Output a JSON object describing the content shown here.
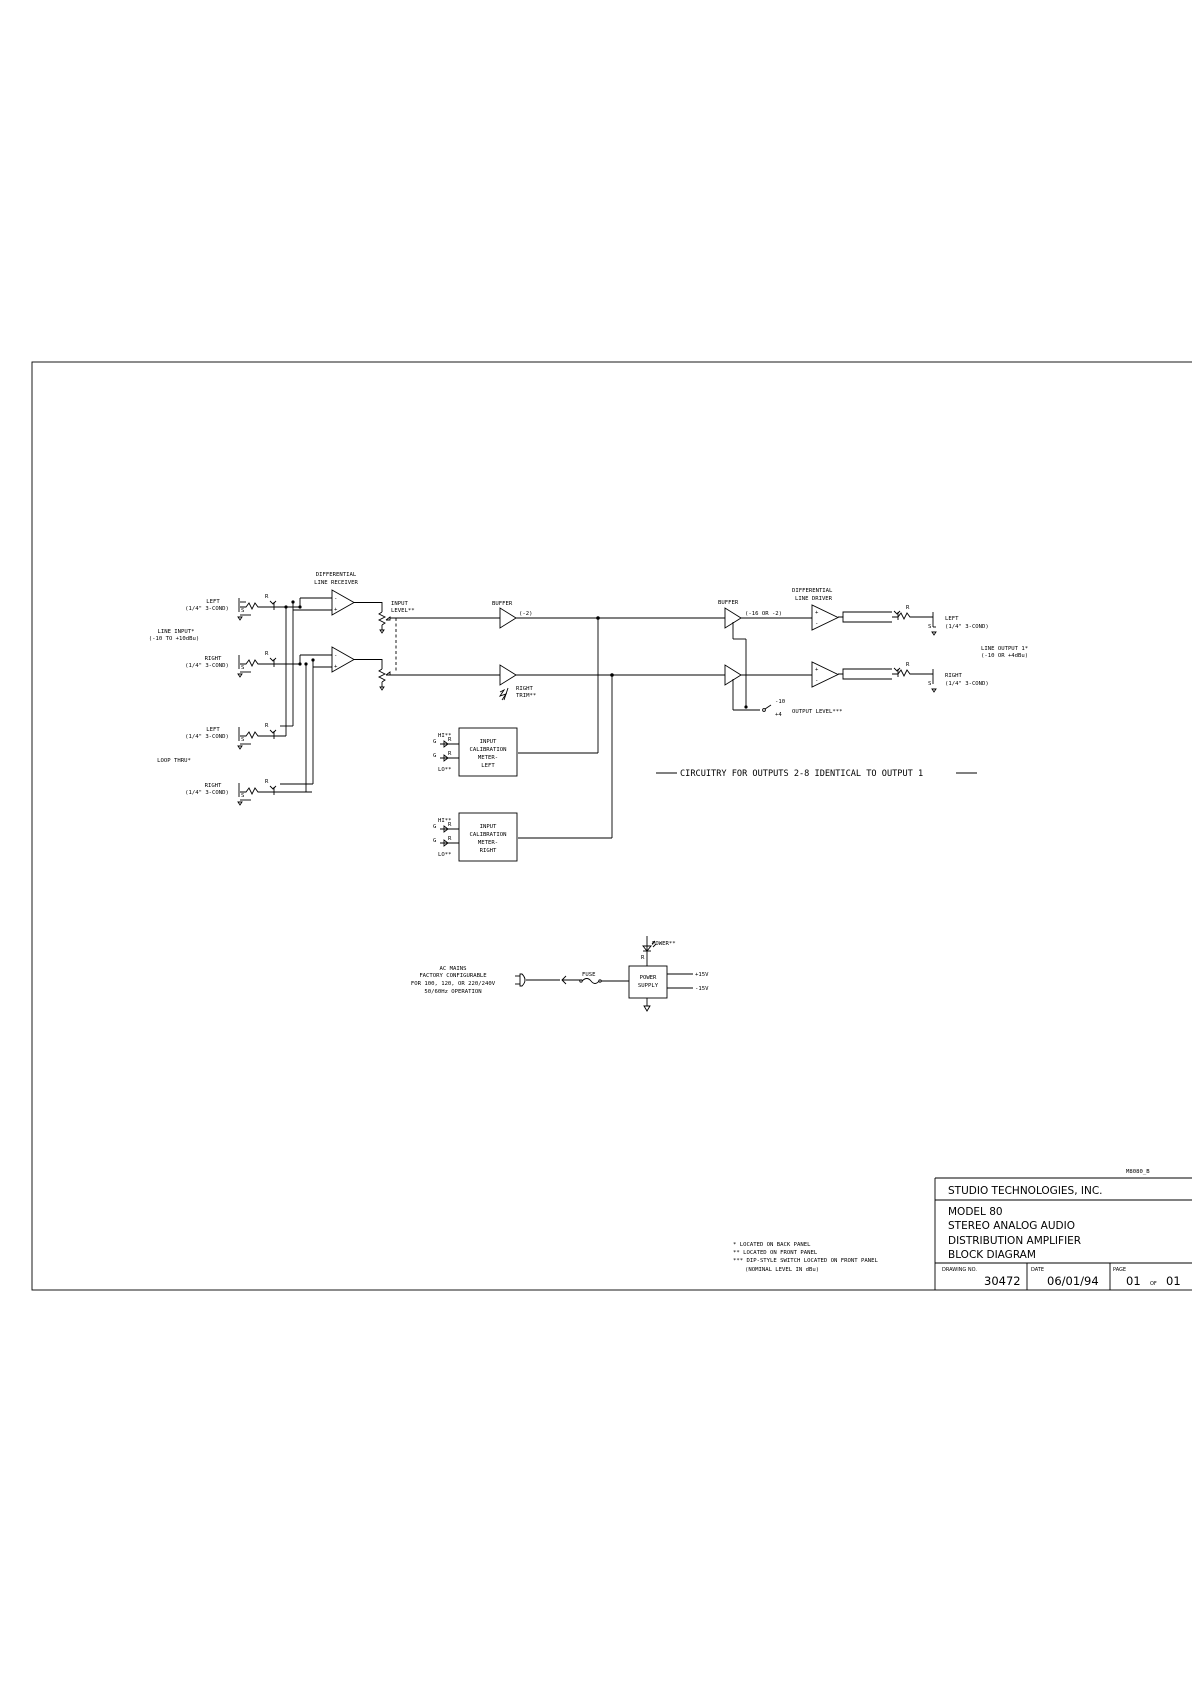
{
  "inputs": {
    "left": [
      "LEFT",
      "(1/4\" 3-COND)"
    ],
    "line_input": [
      "LINE INPUT*",
      "(-10 TO +10dBu)"
    ],
    "right": [
      "RIGHT",
      "(1/4\" 3-COND)"
    ],
    "loop_left": [
      "LEFT",
      "(1/4\" 3-COND)"
    ],
    "loop_thru": "LOOP THRU*",
    "loop_right": [
      "RIGHT",
      "(1/4\" 3-COND)"
    ]
  },
  "jack_pins": {
    "s": "S",
    "r": "R",
    "t": "T"
  },
  "receiver": [
    "DIFFERENTIAL",
    "LINE RECEIVER"
  ],
  "input_level": [
    "INPUT",
    "LEVEL**"
  ],
  "buffer1": {
    "label": "BUFFER",
    "gain": "(-2)"
  },
  "right_trim": [
    "RIGHT",
    "TRIM**"
  ],
  "buffer2": {
    "label": "BUFFER",
    "gain": "(-16 OR -2)"
  },
  "driver": [
    "DIFFERENTIAL",
    "LINE DRIVER"
  ],
  "outputs": {
    "left": [
      "LEFT",
      "(1/4\" 3-COND)"
    ],
    "line_output": [
      "LINE OUTPUT 1*",
      "(-10 OR +4dBu)"
    ],
    "right": [
      "RIGHT",
      "(1/4\" 3-COND)"
    ]
  },
  "output_level": {
    "label": "OUTPUT LEVEL***",
    "hi": "-10",
    "lo": "+4"
  },
  "meter_left": {
    "box": [
      "INPUT",
      "CALIBRATION",
      "METER-",
      "LEFT"
    ],
    "hi": "HI**",
    "lo": "LO**",
    "g": "G",
    "r": "R"
  },
  "meter_right": {
    "box": [
      "INPUT",
      "CALIBRATION",
      "METER-",
      "RIGHT"
    ],
    "hi": "HI**",
    "lo": "LO**",
    "g": "G",
    "r": "R"
  },
  "circuitry_note": "CIRCUITRY FOR OUTPUTS 2-8 IDENTICAL TO OUTPUT 1",
  "power": {
    "ac_mains": [
      "AC MAINS",
      "FACTORY CONFIGURABLE",
      "FOR 100, 120, OR 220/240V",
      "50/60Hz OPERATION"
    ],
    "fuse": "FUSE",
    "supply": [
      "POWER",
      "SUPPLY"
    ],
    "indicator": "POWER**",
    "led_r": "R",
    "plus": "+15V",
    "minus": "-15V"
  },
  "notes": [
    "*  LOCATED ON BACK PANEL",
    "**  LOCATED ON FRONT PANEL",
    "***  DIP-STYLE SWITCH LOCATED ON FRONT PANEL",
    "(NOMINAL LEVEL IN dBu)"
  ],
  "file_ref": "M8080_B",
  "title_block": {
    "company": "STUDIO TECHNOLOGIES, INC.",
    "title": [
      "MODEL 80",
      "STEREO ANALOG AUDIO",
      "DISTRIBUTION AMPLIFIER",
      "BLOCK DIAGRAM"
    ],
    "drawing_no_label": "DRAWING NO.",
    "drawing_no": "30472",
    "date_label": "DATE",
    "date": "06/01/94",
    "page_label": "PAGE",
    "page": "01",
    "of_label": "OF",
    "page_total": "01"
  }
}
